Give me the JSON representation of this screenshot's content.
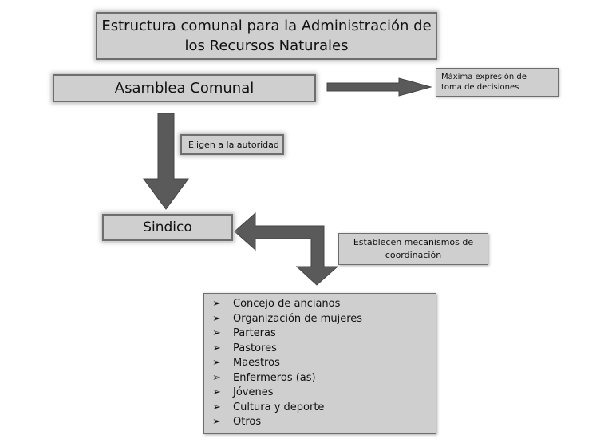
{
  "title": "Estructura  comunal para la Administración de los Recursos Naturales",
  "asamblea": "Asamblea Comunal",
  "maxima": "Máxima expresión de toma de decisiones",
  "eligen": "Eligen a la autoridad",
  "sindico": "Sindico",
  "establecen": "Establecen mecanismos de coordinación",
  "bullet": "➢",
  "items": [
    "Concejo de ancianos",
    "Organización de mujeres",
    "Parteras",
    "Pastores",
    "Maestros",
    "Enfermeros (as)",
    "Jóvenes",
    "Cultura y deporte",
    "Otros"
  ],
  "colors": {
    "box": "#cfcfcf",
    "border": "#6e6e6e",
    "arrow": "#5a5a5a"
  }
}
